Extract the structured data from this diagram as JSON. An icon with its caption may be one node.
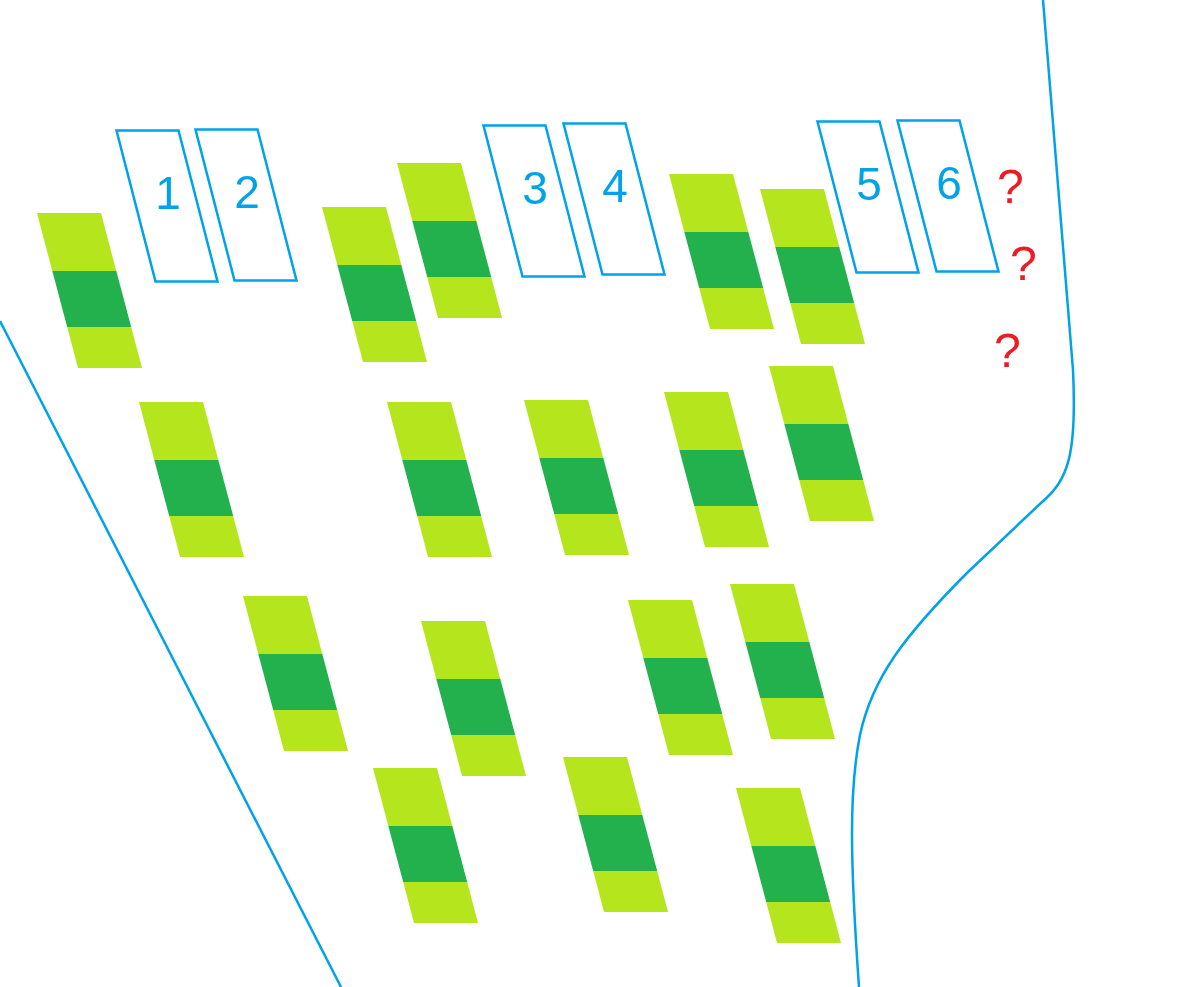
{
  "diagram": {
    "nodes": [
      {
        "text": [],
        "shape": "parallelogram"
      },
      {
        "text": [
          "1"
        ]
      },
      {
        "text": [
          "2"
        ]
      },
      {
        "text": [],
        "shape": "parallelogram"
      },
      {
        "text": [],
        "shape": "parallelogram"
      },
      {
        "text": [
          "3"
        ]
      },
      {
        "text": [
          "4"
        ]
      },
      {
        "text": [],
        "shape": "parallelogram"
      },
      {
        "text": [],
        "shape": "parallelogram"
      },
      {
        "text": [
          "5"
        ]
      },
      {
        "text": [
          "6"
        ]
      },
      {
        "text": [],
        "shape": "parallelogram"
      },
      {
        "text": [],
        "shape": "parallelogram"
      },
      {
        "text": [],
        "shape": "parallelogram"
      },
      {
        "text": [],
        "shape": "parallelogram"
      },
      {
        "text": [],
        "shape": "parallelogram"
      },
      {
        "text": [],
        "shape": "parallelogram"
      },
      {
        "text": [],
        "shape": "parallelogram"
      },
      {
        "text": [],
        "shape": "parallelogram"
      },
      {
        "text": [],
        "shape": "parallelogram"
      },
      {
        "text": [],
        "shape": "parallelogram"
      },
      {
        "text": [],
        "shape": "parallelogram"
      },
      {
        "text": [],
        "shape": "parallelogram"
      }
    ],
    "labels": [
      "?",
      "?",
      "?"
    ]
  }
}
